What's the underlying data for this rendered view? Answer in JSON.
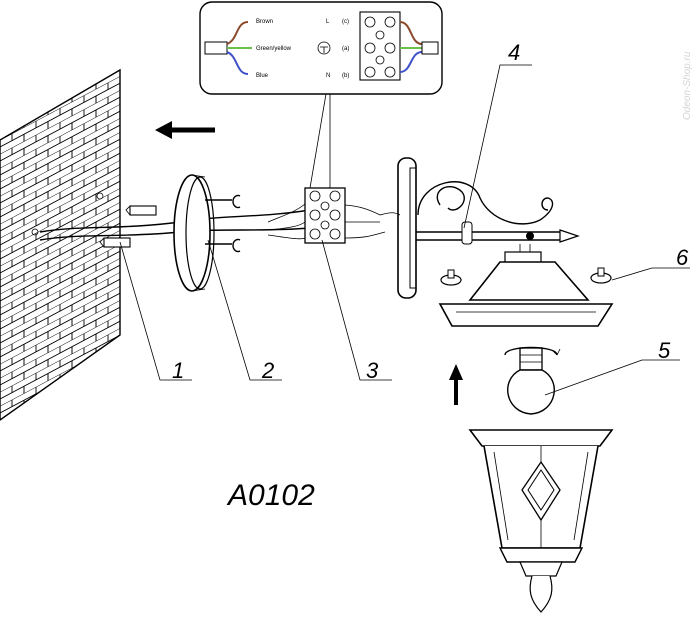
{
  "diagram": {
    "model_code": "A0102",
    "watermark": "Odeon-Shop.ru",
    "callouts": [
      "1",
      "2",
      "3",
      "4",
      "5",
      "6"
    ],
    "wiring": {
      "wires": [
        {
          "name": "Brown",
          "terminal": "L",
          "terminal_sub": "(c)",
          "color": "#8b4a2b"
        },
        {
          "name": "Green/yellow",
          "terminal": "",
          "terminal_sub": "(a)",
          "color": "#6cc04a"
        },
        {
          "name": "Blue",
          "terminal": "N",
          "terminal_sub": "(b)",
          "color": "#3f51c8"
        }
      ],
      "ground_icon": "ground-symbol-icon"
    },
    "arrows": [
      "arrow-left-icon",
      "arrow-up-icon"
    ]
  }
}
